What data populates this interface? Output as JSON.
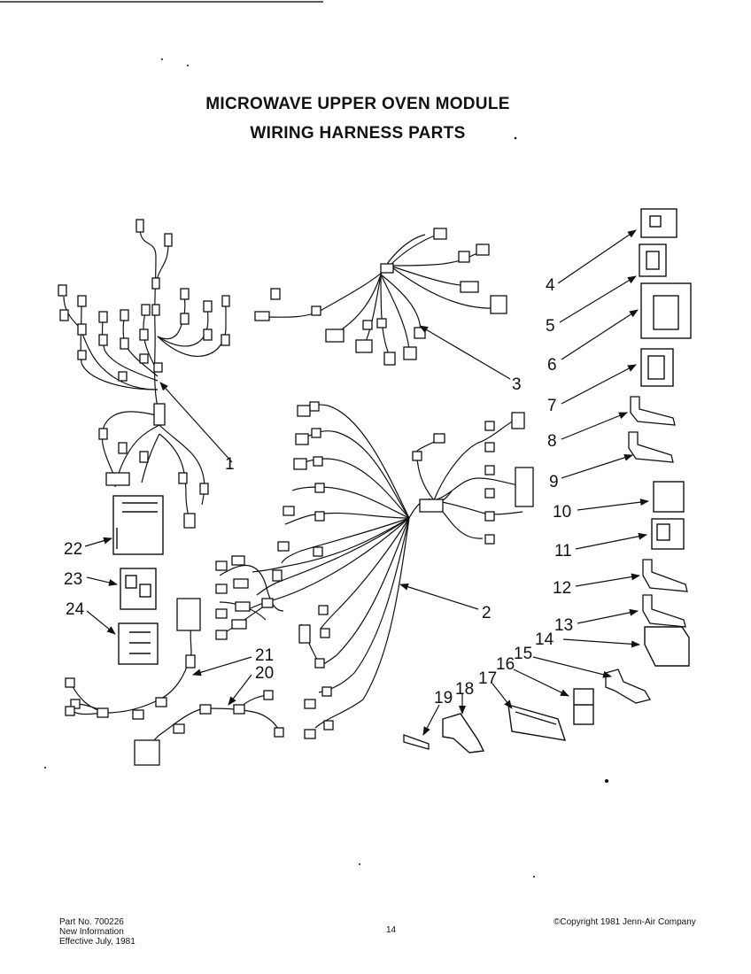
{
  "title": {
    "line1": "MICROWAVE UPPER OVEN MODULE",
    "line2": "WIRING HARNESS PARTS"
  },
  "callouts": [
    "1",
    "2",
    "3",
    "4",
    "5",
    "6",
    "7",
    "8",
    "9",
    "10",
    "11",
    "12",
    "13",
    "14",
    "15",
    "16",
    "17",
    "18",
    "19",
    "20",
    "21",
    "22",
    "23",
    "24"
  ],
  "footer": {
    "part_no": "Part No. 700226",
    "info": "New Information",
    "effective": "Effective July, 1981",
    "page": "14",
    "copyright": "©Copyright 1981 Jenn-Air Company"
  }
}
